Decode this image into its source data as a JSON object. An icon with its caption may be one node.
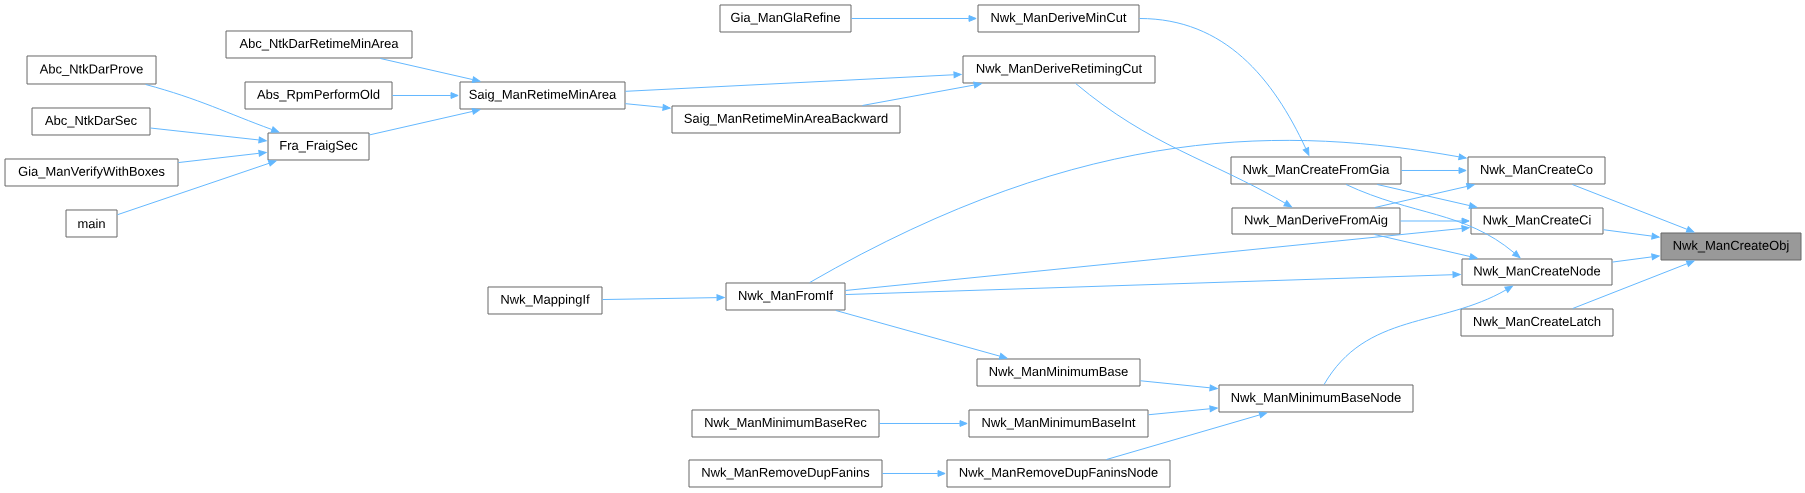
{
  "diagram": {
    "nodes": [
      {
        "text": [
          "Abc_NtkDarRetimeMinArea"
        ]
      },
      {
        "text": [
          "Abc_NtkDarProve"
        ]
      },
      {
        "text": [
          "Abs_RpmPerformOld"
        ]
      },
      {
        "text": [
          "Saig_ManRetimeMinArea"
        ]
      },
      {
        "text": [
          "Abc_NtkDarSec"
        ]
      },
      {
        "text": [
          "Fra_FraigSec"
        ]
      },
      {
        "text": [
          "Gia_ManVerifyWithBoxes"
        ]
      },
      {
        "text": [
          "main"
        ]
      },
      {
        "text": [
          "Nwk_MappingIf"
        ]
      },
      {
        "text": [
          "Gia_ManGlaRefine"
        ]
      },
      {
        "text": [
          "Nwk_ManDeriveMinCut"
        ]
      },
      {
        "text": [
          "Nwk_ManDeriveRetimingCut"
        ]
      },
      {
        "text": [
          "Saig_ManRetimeMinAreaBackward"
        ]
      },
      {
        "text": [
          "Nwk_ManFromIf"
        ]
      },
      {
        "text": [
          "Nwk_ManMinimumBase"
        ]
      },
      {
        "text": [
          "Nwk_ManMinimumBaseRec"
        ]
      },
      {
        "text": [
          "Nwk_ManMinimumBaseInt"
        ]
      },
      {
        "text": [
          "Nwk_ManRemoveDupFanins"
        ]
      },
      {
        "text": [
          "Nwk_ManRemoveDupFaninsNode"
        ]
      },
      {
        "text": [
          "Nwk_ManCreateFromGia"
        ]
      },
      {
        "text": [
          "Nwk_ManDeriveFromAig"
        ]
      },
      {
        "text": [
          "Nwk_ManCreateCo"
        ]
      },
      {
        "text": [
          "Nwk_ManCreateCi"
        ]
      },
      {
        "text": [
          "Nwk_ManCreateNode"
        ]
      },
      {
        "text": [
          "Nwk_ManCreateLatch"
        ]
      },
      {
        "text": [
          "Nwk_ManCreateObj"
        ]
      },
      {
        "text": [
          "Nwk_ManMinimumBaseNode"
        ]
      }
    ],
    "edges": [
      {
        "from": 0,
        "to": 3,
        "arrow": "to"
      },
      {
        "from": 2,
        "to": 3,
        "arrow": "to"
      },
      {
        "from": 5,
        "to": 3,
        "arrow": "to"
      },
      {
        "from": 1,
        "to": 5,
        "arrow": "to"
      },
      {
        "from": 4,
        "to": 5,
        "arrow": "to"
      },
      {
        "from": 6,
        "to": 5,
        "arrow": "to"
      },
      {
        "from": 7,
        "to": 5,
        "arrow": "to"
      },
      {
        "from": 9,
        "to": 10,
        "arrow": "to"
      },
      {
        "from": 3,
        "to": 11,
        "arrow": "to"
      },
      {
        "from": 3,
        "to": 12,
        "arrow": "to"
      },
      {
        "from": 12,
        "to": 11,
        "arrow": "to"
      },
      {
        "from": 10,
        "to": 19,
        "arrow": "to"
      },
      {
        "from": 11,
        "to": 20,
        "arrow": "to"
      },
      {
        "from": 8,
        "to": 13,
        "arrow": "to"
      },
      {
        "from": 13,
        "to": 21,
        "arrow": "to"
      },
      {
        "from": 13,
        "to": 22,
        "arrow": "to"
      },
      {
        "from": 13,
        "to": 23,
        "arrow": "to"
      },
      {
        "from": 13,
        "to": 14,
        "arrow": "to"
      },
      {
        "from": 19,
        "to": 21,
        "arrow": "to"
      },
      {
        "from": 19,
        "to": 22,
        "arrow": "to"
      },
      {
        "from": 19,
        "to": 23,
        "arrow": "to"
      },
      {
        "from": 20,
        "to": 21,
        "arrow": "to"
      },
      {
        "from": 20,
        "to": 22,
        "arrow": "to"
      },
      {
        "from": 20,
        "to": 23,
        "arrow": "to"
      },
      {
        "from": 14,
        "to": 26,
        "arrow": "to"
      },
      {
        "from": 15,
        "to": 16,
        "arrow": "to"
      },
      {
        "from": 16,
        "to": 26,
        "arrow": "to"
      },
      {
        "from": 17,
        "to": 18,
        "arrow": "to"
      },
      {
        "from": 18,
        "to": 26,
        "arrow": "to"
      },
      {
        "from": 26,
        "to": 23,
        "arrow": "to"
      },
      {
        "from": 21,
        "to": 25,
        "arrow": "to"
      },
      {
        "from": 22,
        "to": 25,
        "arrow": "to"
      },
      {
        "from": 23,
        "to": 25,
        "arrow": "to"
      },
      {
        "from": 24,
        "to": 25,
        "arrow": "to"
      }
    ]
  }
}
